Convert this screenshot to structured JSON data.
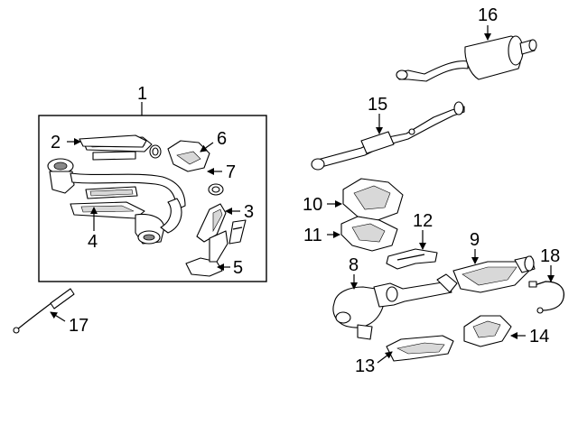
{
  "diagram": {
    "labels": {
      "c1": "1",
      "c2": "2",
      "c3": "3",
      "c4": "4",
      "c5": "5",
      "c6": "6",
      "c7": "7",
      "c8": "8",
      "c9": "9",
      "c10": "10",
      "c11": "11",
      "c12": "12",
      "c13": "13",
      "c14": "14",
      "c15": "15",
      "c16": "16",
      "c17": "17",
      "c18": "18"
    }
  }
}
